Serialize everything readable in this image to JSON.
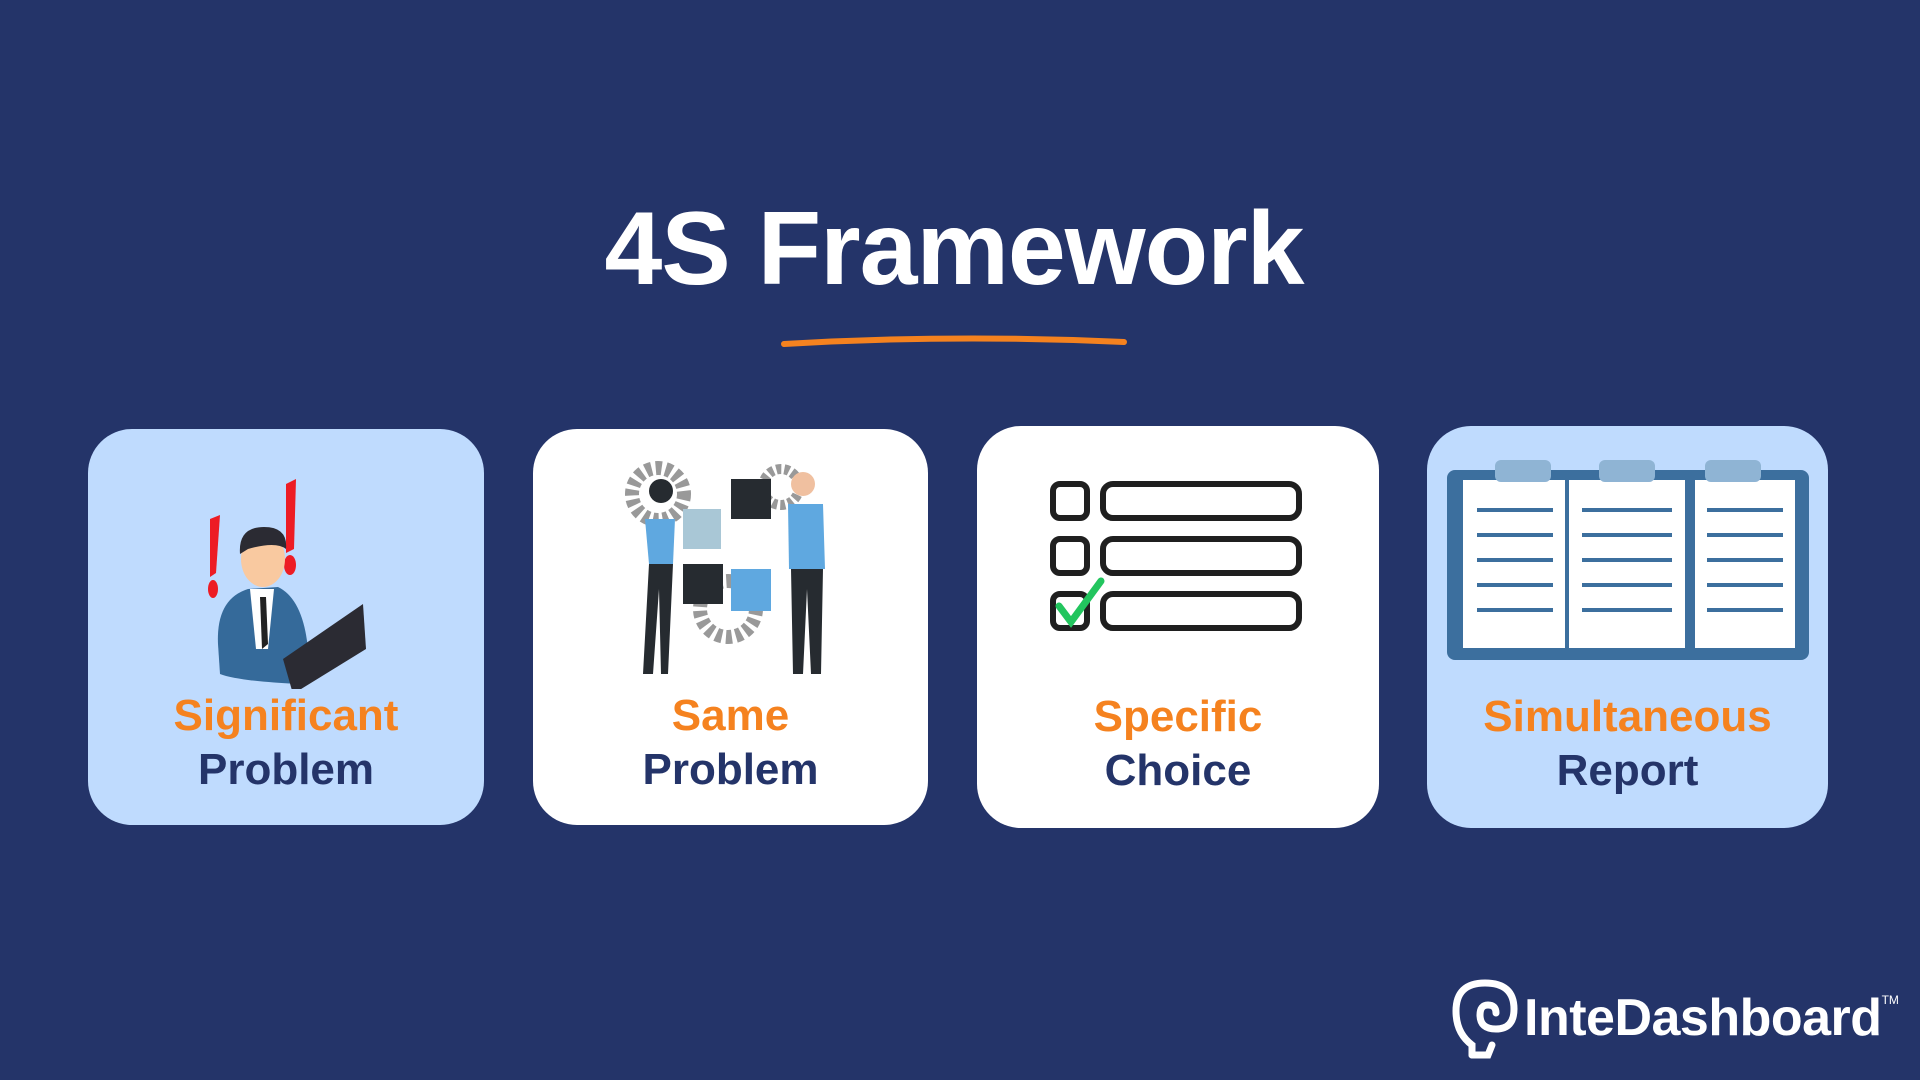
{
  "title": "4S Framework",
  "colors": {
    "background": "#243469",
    "accent": "#f5821f",
    "card_light": "#bfdbfe",
    "card_white": "#ffffff",
    "text_dark": "#243469"
  },
  "cards": [
    {
      "line1": "Significant",
      "line2": "Problem",
      "icon": "businessman-alert-icon",
      "bg": "#bfdbfe"
    },
    {
      "line1": "Same",
      "line2": "Problem",
      "icon": "people-puzzle-icon",
      "bg": "#ffffff"
    },
    {
      "line1": "Specific",
      "line2": "Choice",
      "icon": "checklist-icon",
      "bg": "#ffffff"
    },
    {
      "line1": "Simultaneous",
      "line2": "Report",
      "icon": "clipboards-icon",
      "bg": "#bfdbfe"
    }
  ],
  "logo": {
    "name": "InteDashboard",
    "tm": "TM"
  }
}
